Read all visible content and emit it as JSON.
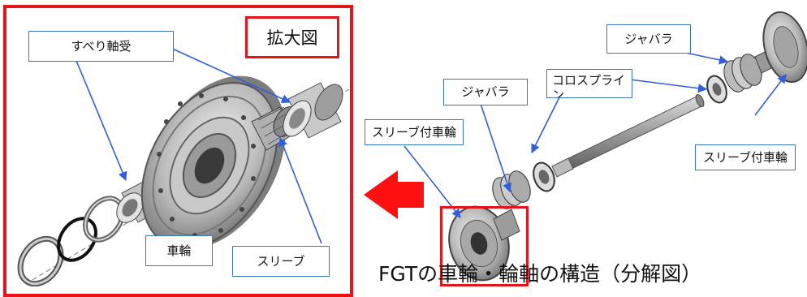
{
  "enlarged_view": {
    "title": "拡大図"
  },
  "labels": {
    "sliding_bearing": "すべり軸受",
    "wheel": "車輪",
    "sleeve": "スリーブ",
    "bellows_top": "ジャバラ",
    "bellows_mid": "ジャバラ",
    "corrosion_spline": "コロスプライン",
    "sleeved_wheel_left": "スリーブ付車輪",
    "sleeved_wheel_right": "スリーブ付車輪"
  },
  "caption": "FGTの車輪・輪軸の構造（分解図）",
  "colors": {
    "frame_red": "#e8131a",
    "arrow_red": "#ff1010",
    "leader_blue": "#2f5fe0",
    "label_border": "#3a78b5"
  }
}
